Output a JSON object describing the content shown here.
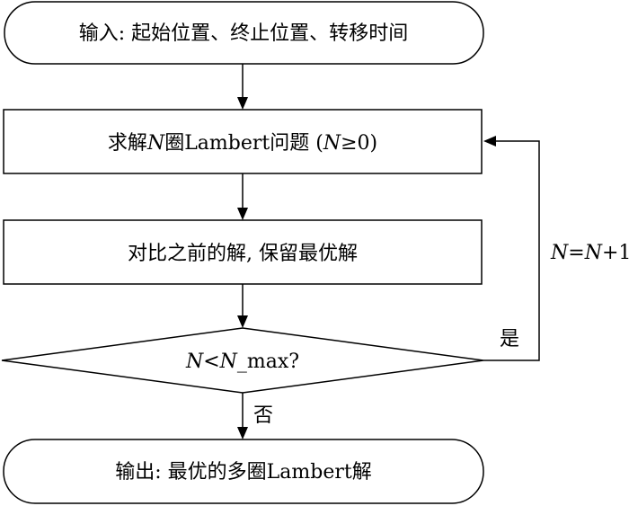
{
  "nodes": {
    "input": {
      "label": "输入: 起始位置、终止位置、转移时间"
    },
    "solve": {
      "prefix": "求解",
      "var": "N",
      "middle": "圈Lambert问题 (",
      "var2": "N",
      "suffix": "≥0)"
    },
    "compare": {
      "label": "对比之前的解, 保留最优解"
    },
    "decision": {
      "var": "N",
      "middle": "<",
      "var2": "N",
      "suffix": "_max?"
    },
    "output": {
      "label": "输出: 最优的多圈Lambert解"
    }
  },
  "edges": {
    "yes_label": "是",
    "no_label": "否",
    "loop": {
      "var": "N",
      "eq": "=",
      "var2": "N",
      "suffix": "+1"
    }
  }
}
